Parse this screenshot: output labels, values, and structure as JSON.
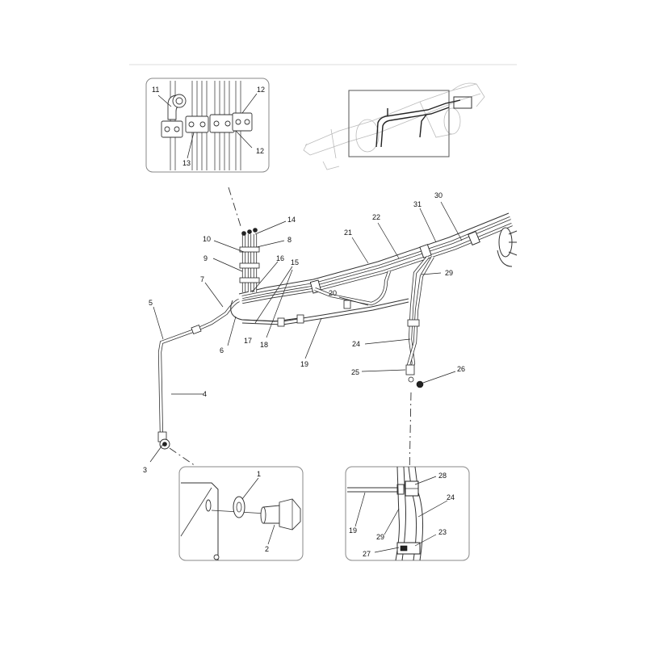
{
  "callouts": [
    {
      "id": "c1",
      "label": "1"
    },
    {
      "id": "c2",
      "label": "2"
    },
    {
      "id": "c3",
      "label": "3"
    },
    {
      "id": "c4",
      "label": "4"
    },
    {
      "id": "c5",
      "label": "5"
    },
    {
      "id": "c6",
      "label": "6"
    },
    {
      "id": "c7",
      "label": "7"
    },
    {
      "id": "c8",
      "label": "8"
    },
    {
      "id": "c9",
      "label": "9"
    },
    {
      "id": "c10",
      "label": "10"
    },
    {
      "id": "c11",
      "label": "11"
    },
    {
      "id": "c12a",
      "label": "12"
    },
    {
      "id": "c12b",
      "label": "12"
    },
    {
      "id": "c13",
      "label": "13"
    },
    {
      "id": "c14",
      "label": "14"
    },
    {
      "id": "c15",
      "label": "15"
    },
    {
      "id": "c16",
      "label": "16"
    },
    {
      "id": "c17",
      "label": "17"
    },
    {
      "id": "c18",
      "label": "18"
    },
    {
      "id": "c19a",
      "label": "19"
    },
    {
      "id": "c19b",
      "label": "19"
    },
    {
      "id": "c20",
      "label": "20"
    },
    {
      "id": "c21",
      "label": "21"
    },
    {
      "id": "c22",
      "label": "22"
    },
    {
      "id": "c23",
      "label": "23"
    },
    {
      "id": "c24a",
      "label": "24"
    },
    {
      "id": "c24b",
      "label": "24"
    },
    {
      "id": "c25",
      "label": "25"
    },
    {
      "id": "c26",
      "label": "26"
    },
    {
      "id": "c27",
      "label": "27"
    },
    {
      "id": "c28",
      "label": "28"
    },
    {
      "id": "c29a",
      "label": "29"
    },
    {
      "id": "c29b",
      "label": "29"
    },
    {
      "id": "c30",
      "label": "30"
    },
    {
      "id": "c31",
      "label": "31"
    }
  ]
}
